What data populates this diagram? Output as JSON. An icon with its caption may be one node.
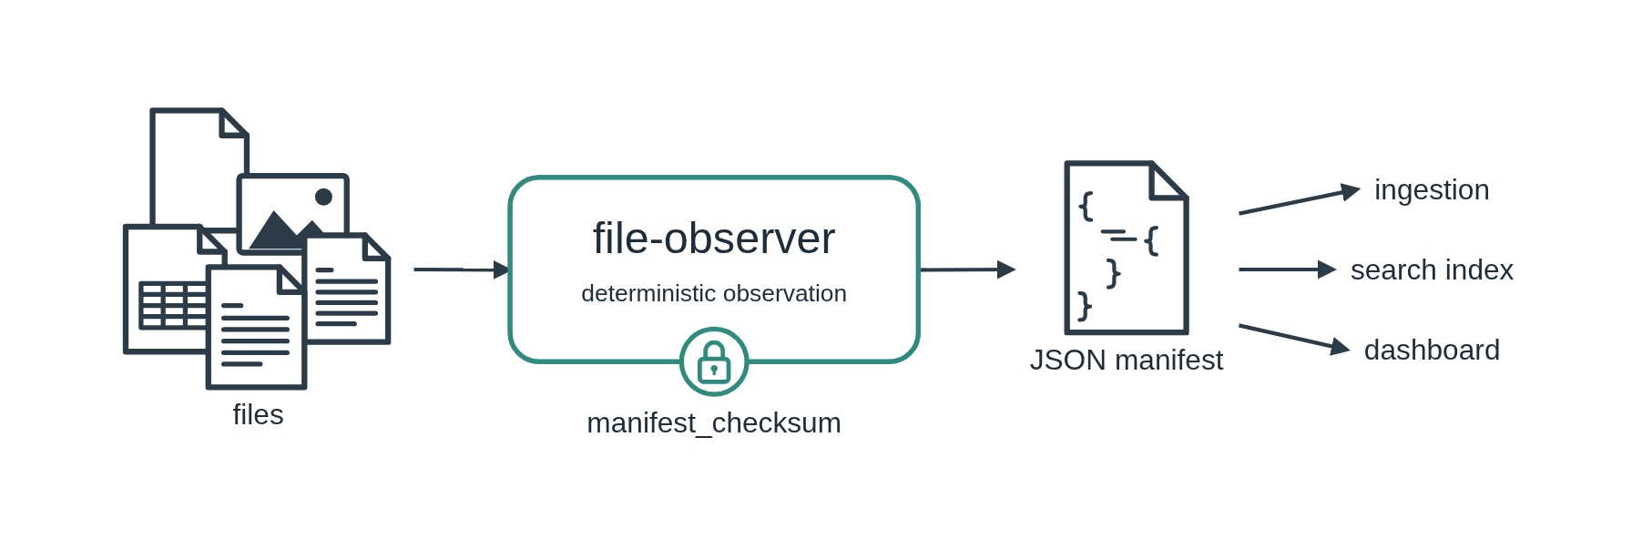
{
  "diagram": {
    "nodes": [
      {
        "text": [
          "files"
        ]
      },
      {
        "text": [
          "file-observer",
          "deterministic observation"
        ],
        "beside": [
          "manifest_checksum"
        ]
      },
      {
        "text": [
          "JSON manifest"
        ]
      },
      {
        "text": [
          "ingestion"
        ]
      },
      {
        "text": [
          "search index"
        ]
      },
      {
        "text": [
          "dashboard"
        ]
      }
    ],
    "edges": [
      {
        "from": 0,
        "to": 1,
        "arrow": "to"
      },
      {
        "from": 1,
        "to": 2,
        "arrow": "to"
      },
      {
        "from": 2,
        "to": 3,
        "arrow": "to"
      },
      {
        "from": 2,
        "to": 4,
        "arrow": "to"
      },
      {
        "from": 2,
        "to": 5,
        "arrow": "to"
      }
    ]
  }
}
